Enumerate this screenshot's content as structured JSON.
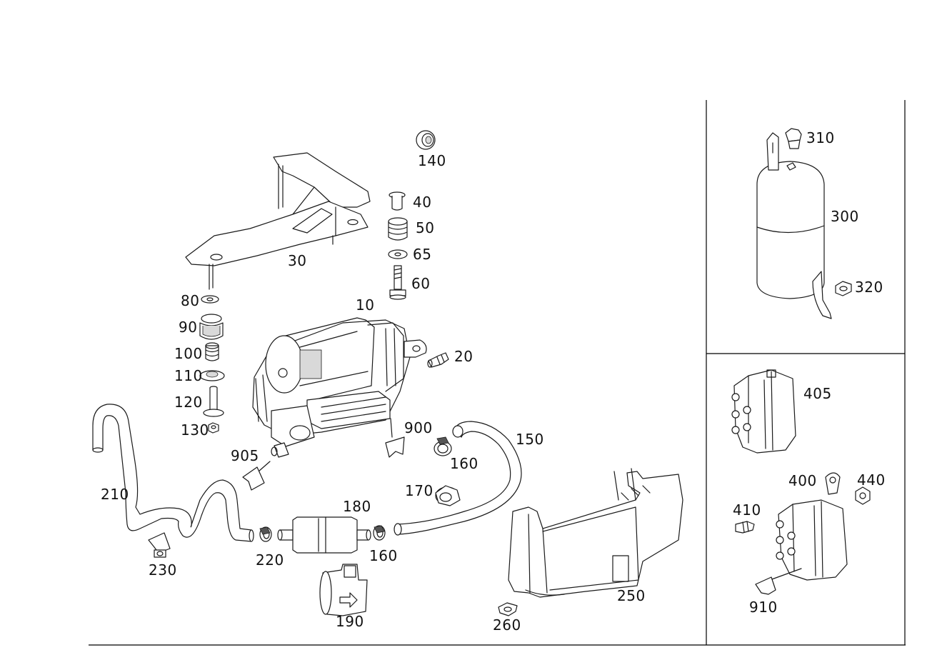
{
  "callouts": {
    "c10": "10",
    "c20": "20",
    "c30": "30",
    "c40": "40",
    "c50": "50",
    "c60": "60",
    "c65": "65",
    "c80": "80",
    "c90": "90",
    "c100": "100",
    "c110": "110",
    "c120": "120",
    "c130": "130",
    "c140": "140",
    "c150": "150",
    "c160a": "160",
    "c160b": "160",
    "c170": "170",
    "c180": "180",
    "c190": "190",
    "c210": "210",
    "c220": "220",
    "c230": "230",
    "c250": "250",
    "c260": "260",
    "c300": "300",
    "c310": "310",
    "c320": "320",
    "c400": "400",
    "c405": "405",
    "c410": "410",
    "c440": "440",
    "c900": "900",
    "c905": "905",
    "c910": "910"
  }
}
